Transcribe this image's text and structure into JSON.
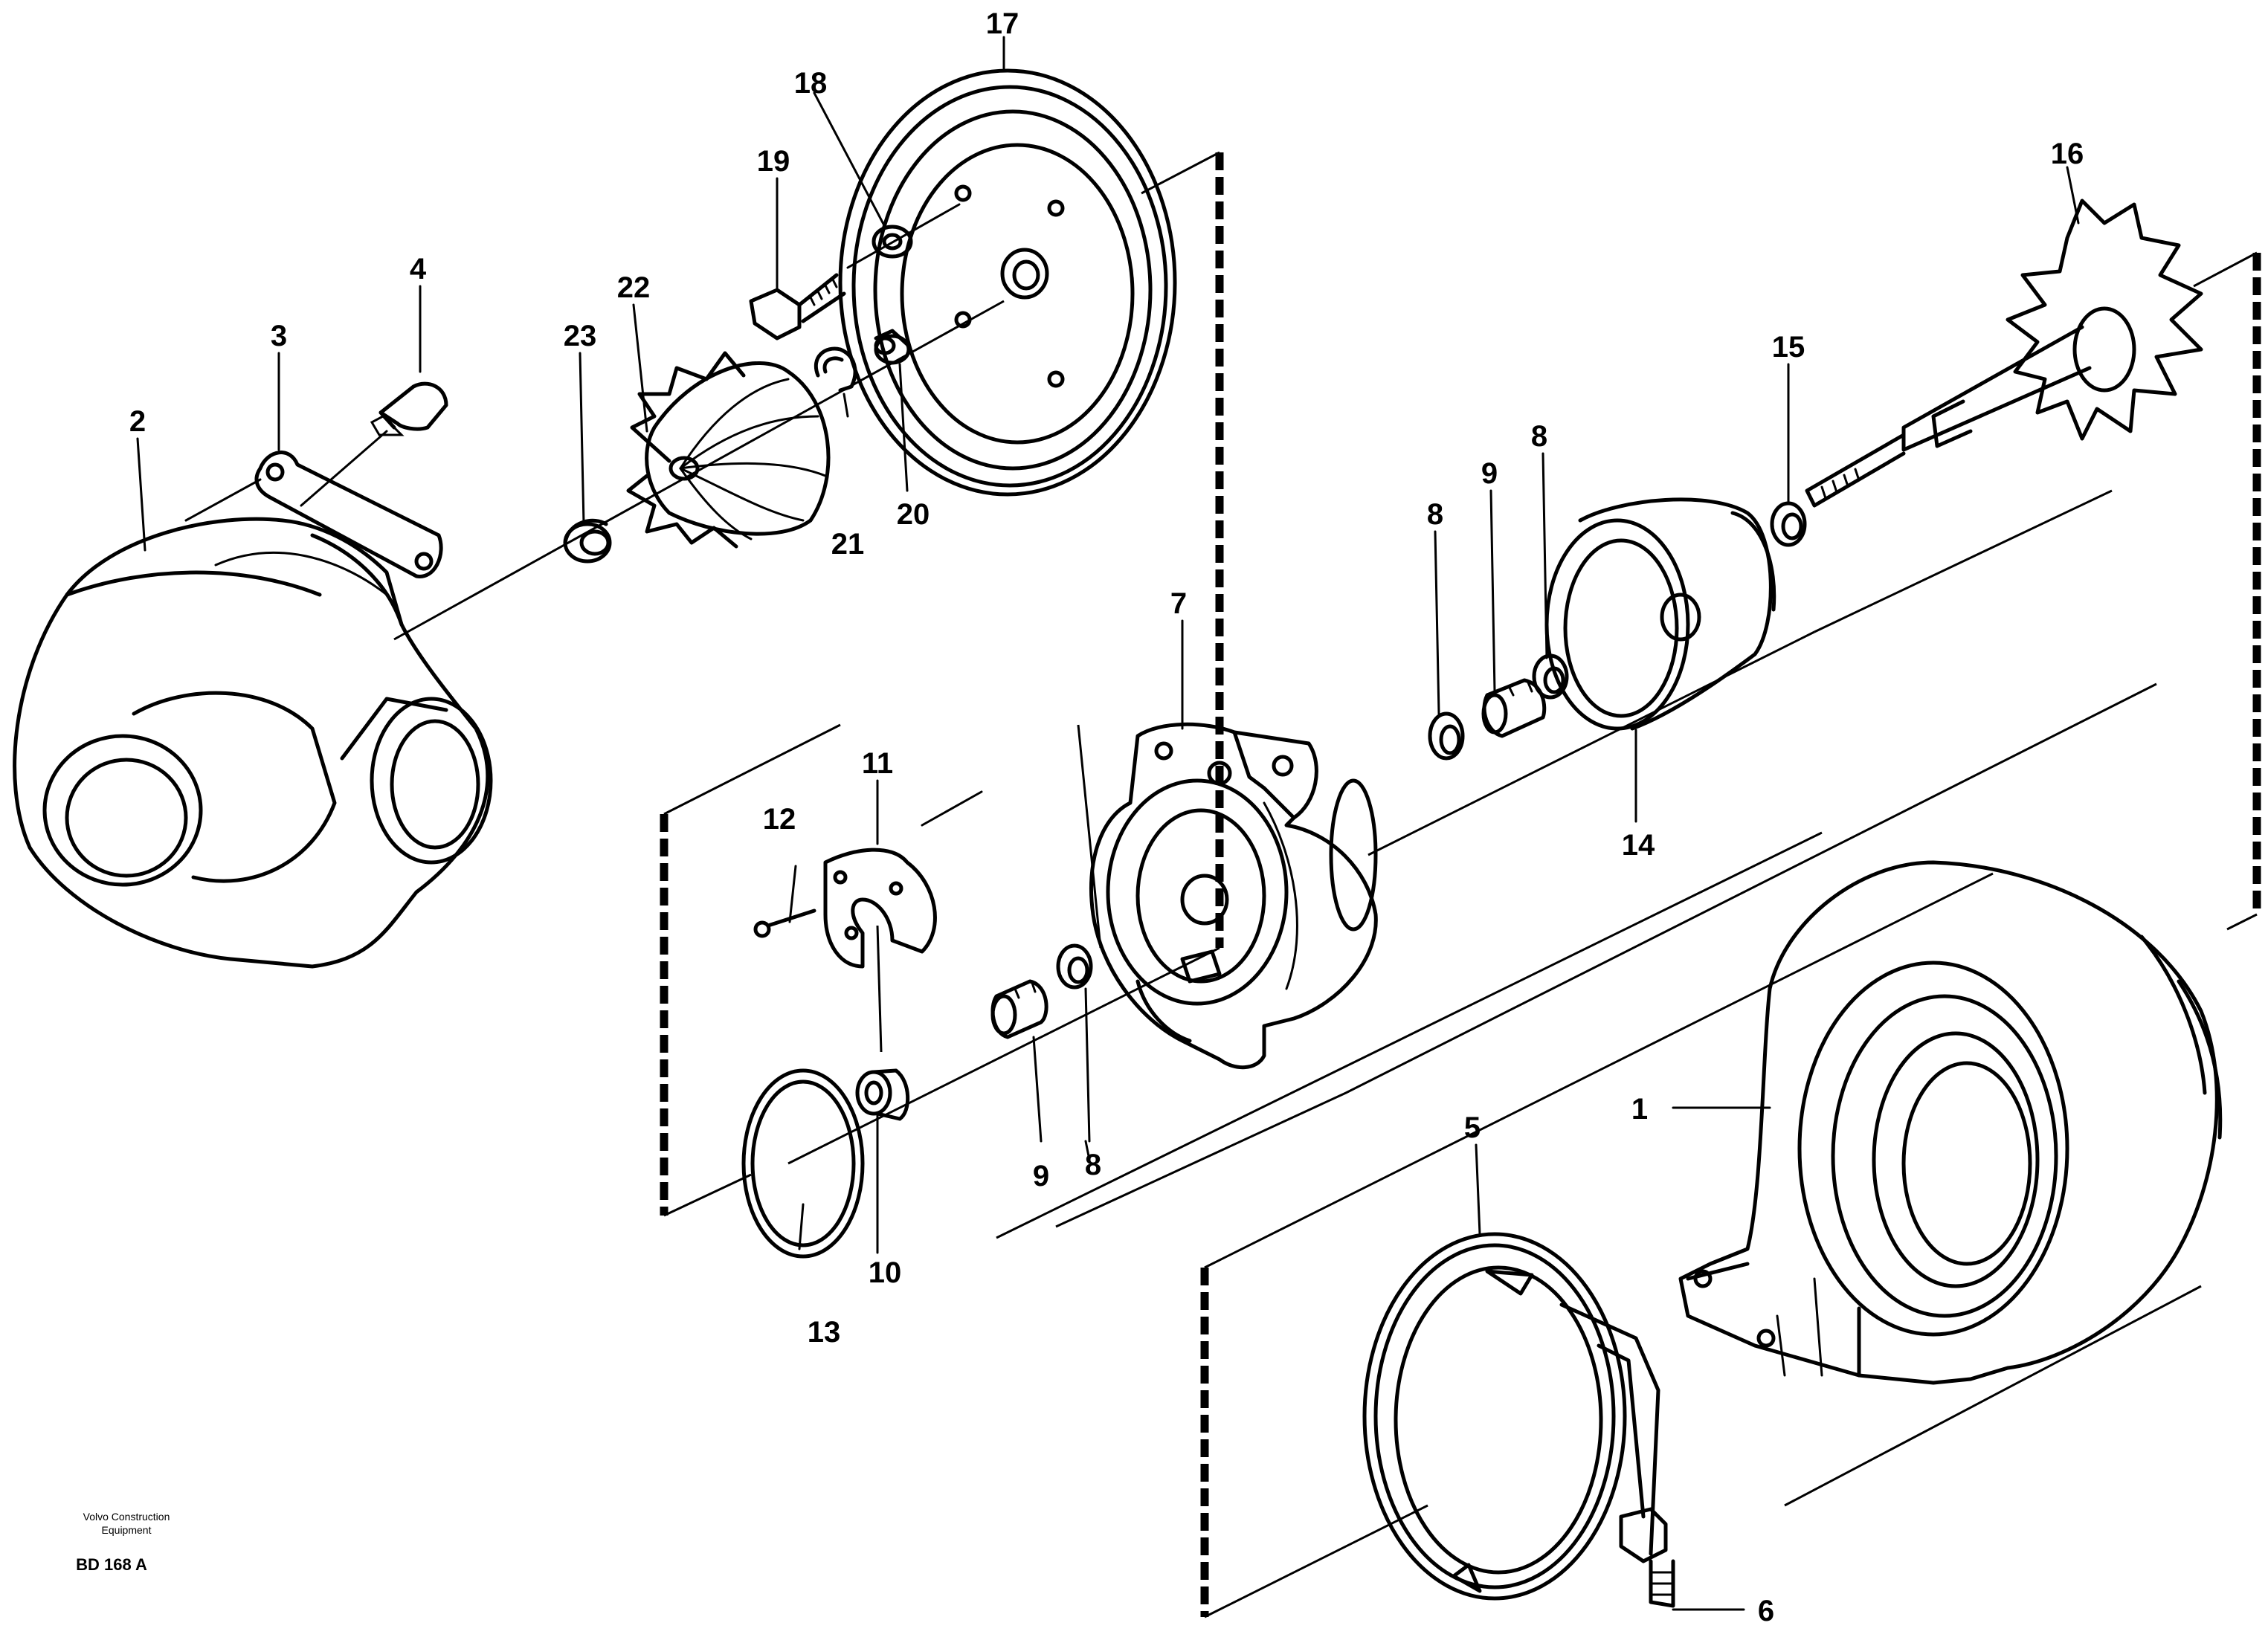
{
  "footer": {
    "brand_line1": "Volvo Construction",
    "brand_line2": "Equipment",
    "code": "BD 168 A"
  },
  "callouts": [
    "1",
    "2",
    "3",
    "4",
    "5",
    "6",
    "7",
    "8",
    "8",
    "8",
    "9",
    "9",
    "10",
    "11",
    "12",
    "13",
    "14",
    "15",
    "16",
    "17",
    "18",
    "19",
    "20",
    "21",
    "22",
    "23"
  ]
}
